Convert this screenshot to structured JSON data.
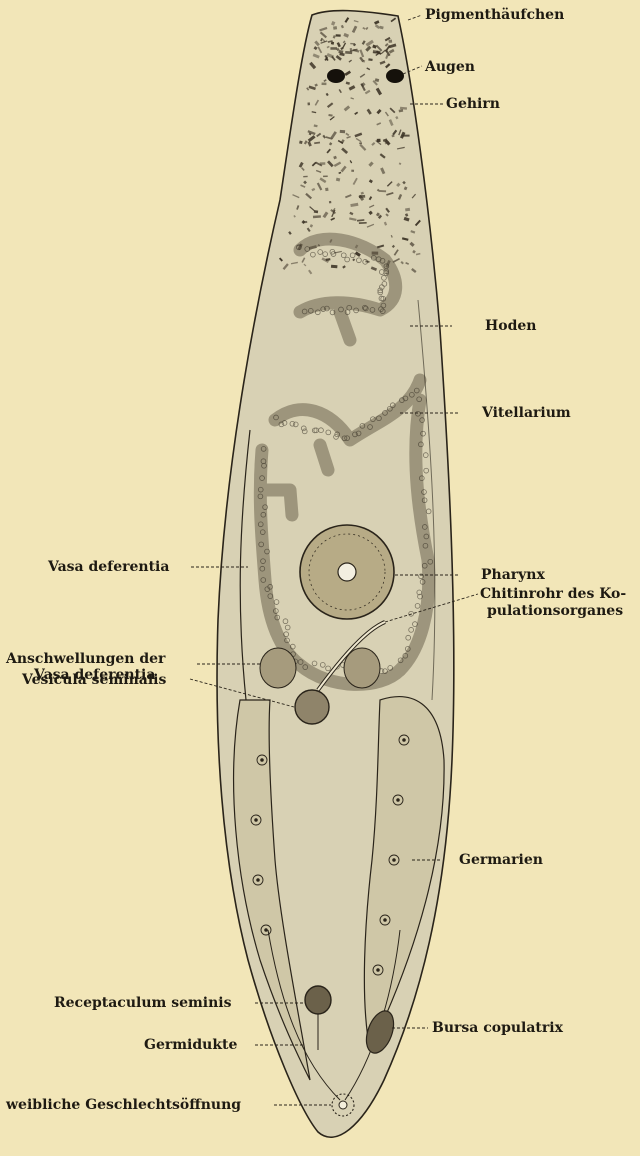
{
  "labels": {
    "pigment": "Pigmenthäufchen",
    "augen": "Augen",
    "gehirn": "Gehirn",
    "hoden": "Hoden",
    "vitellarium": "Vitellarium",
    "pharynx": "Pharynx",
    "chitin_1": "Chitinrohr des Ko-",
    "chitin_2": "pulationsorganes",
    "vasa": "Vasa deferentia",
    "anschw_1": "Anschwellungen der",
    "anschw_2": "Vasa deferentia",
    "vesicula": "Vesicula seminalis",
    "germarien": "Germarien",
    "receptaculum": "Receptaculum seminis",
    "bursa": "Bursa copulatrix",
    "germidukte": "Germidukte",
    "weiblich": "weibliche Geschlechtsöffnung"
  },
  "colors": {
    "background": "#f2e6b8",
    "body_fill": "#d9d2b6",
    "ink": "#2a241a",
    "pigment": "#3a3124"
  }
}
